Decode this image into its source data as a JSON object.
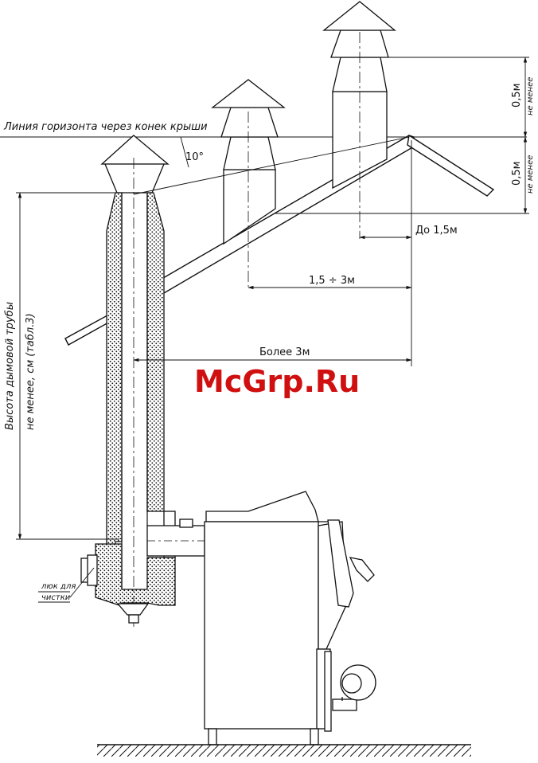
{
  "labels": {
    "horizon_line": "Линия горизонта через конек крыши",
    "angle": "10°",
    "height_0_5_top": "0,5м",
    "not_less_top": "не менее",
    "height_0_5_bottom": "0,5м",
    "not_less_bottom": "не менее",
    "up_to_1_5": "До 1,5м",
    "range_1_5_3": "1,5 ÷ 3м",
    "more_than_3": "Более 3м",
    "chimney_height_line1": "Высота дымовой трубы",
    "chimney_height_line2": "не менее, см (табл.3)",
    "cleanout_line1": "люк для",
    "cleanout_line2": "чистки"
  },
  "watermark": {
    "text": "McGrp.Ru",
    "color": "#d01010"
  },
  "colors": {
    "line": "#111111",
    "background": "#ffffff"
  }
}
